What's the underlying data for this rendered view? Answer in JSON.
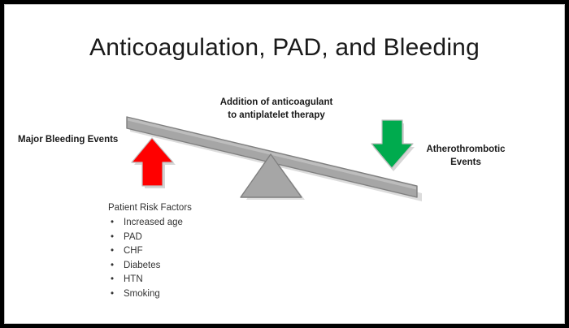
{
  "slide": {
    "title": "Anticoagulation, PAD, and Bleeding",
    "background_color": "#ffffff",
    "frame_color": "#000000",
    "inner_hairline_color": "#bfbfbf"
  },
  "center_caption": {
    "line1": "Addition of anticoagulant",
    "line2": "to antiplatelet therapy"
  },
  "left_label": {
    "text": "Major Bleeding Events"
  },
  "right_label": {
    "line1": "Atherothrombotic",
    "line2": "Events"
  },
  "seesaw": {
    "beam_fill": "#a6a6a6",
    "beam_stroke": "#7f7f7f",
    "beam_top_highlight": "#bfbfbf",
    "fulcrum_fill": "#a6a6a6",
    "fulcrum_stroke": "#7f7f7f",
    "shadow_color": "#c8c8c8"
  },
  "arrows": {
    "up_arrow": {
      "name": "Major Bleeding Events increase",
      "direction": "up",
      "color": "#ff0000",
      "stroke": "#bfbfbf"
    },
    "down_arrow": {
      "name": "Atherothrombotic Events decrease",
      "direction": "down",
      "color": "#00ab4e",
      "stroke": "#bfbfbf"
    }
  },
  "risk_factors": {
    "heading": "Patient Risk Factors",
    "bullet_glyph": "•",
    "items": [
      "Increased age",
      "PAD",
      "CHF",
      "Diabetes",
      "HTN",
      "Smoking"
    ]
  }
}
